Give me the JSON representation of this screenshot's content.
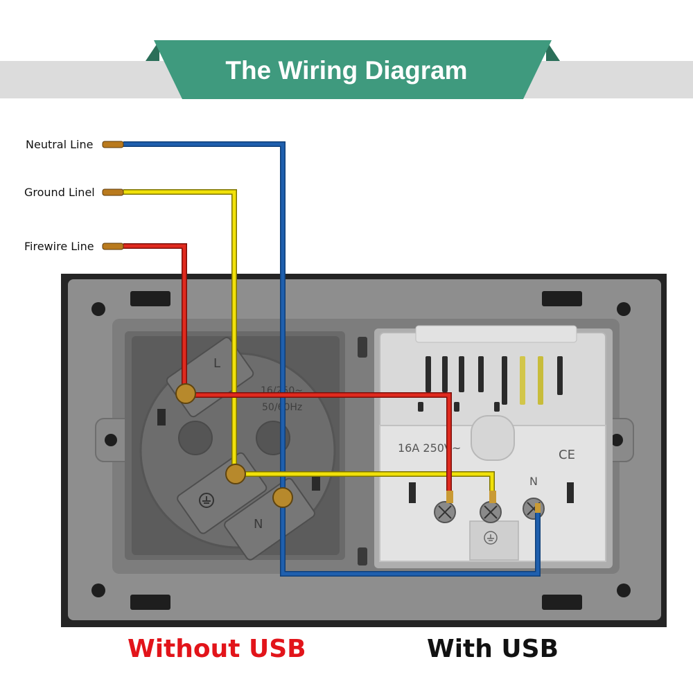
{
  "title": "The Wiring Diagram",
  "wires": {
    "neutral_label": "Neutral Line",
    "ground_label": "Ground Linel",
    "fire_label": "Firewire Line"
  },
  "socket_left": {
    "marks": [
      "L",
      "N",
      "16/250~",
      "50/60Hz"
    ]
  },
  "socket_right": {
    "marks": [
      "16A 250V~",
      "CE",
      "N"
    ]
  },
  "captions": {
    "without_usb": "Without USB",
    "with_usb": "With USB"
  },
  "colors": {
    "banner": "#3f9a7e",
    "banner_dark": "#2b6f59",
    "neutral_wire": "#1f5fae",
    "ground_wire": "#f1e10a",
    "fire_wire": "#e02a1e",
    "without_usb_text": "#e2141a",
    "with_usb_text": "#111111"
  },
  "icons": [
    "wire-terminal-icon",
    "ground-symbol-icon",
    "screw-terminal-icon"
  ]
}
